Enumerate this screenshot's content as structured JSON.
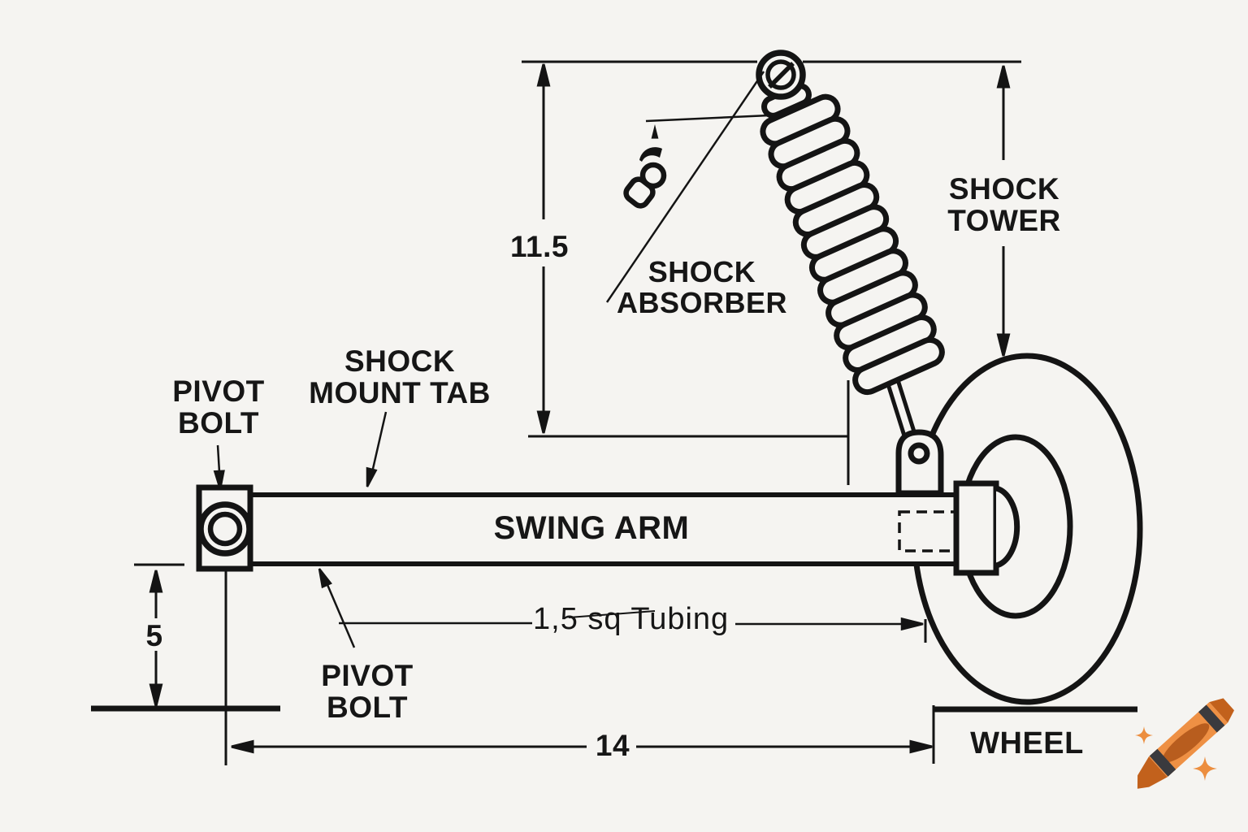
{
  "title": "Swing arm suspension dimensioned sketch",
  "colors": {
    "background": "#f5f4f1",
    "ink": "#141414",
    "crayon_body": "#ee9044",
    "crayon_dark": "#c2611c",
    "crayon_oval": "#b85d1e",
    "crayon_band": "#3a3a3e",
    "sparkle": "#ec8e3f"
  },
  "labels": {
    "shock_tower": "SHOCK\nTOWER",
    "shock_absorber": "SHOCK\nABSORBER",
    "pivot_bolt_top": "PIVOT\nBOLT",
    "shock_mount_tab": "SHOCK\nMOUNT TAB",
    "swing_arm": "SWING ARM",
    "pivot_bolt_bottom": "PIVOT\nBOLT",
    "tubing_note": "1,5 sq Tubing",
    "wheel": "WHEEL"
  },
  "dimensions": {
    "shock_tower_height": "11.5",
    "pivot_height": "5",
    "swingarm_length": "14"
  },
  "icons": {
    "watermark": "crayon-icon",
    "sparkle": "sparkle-icon"
  }
}
